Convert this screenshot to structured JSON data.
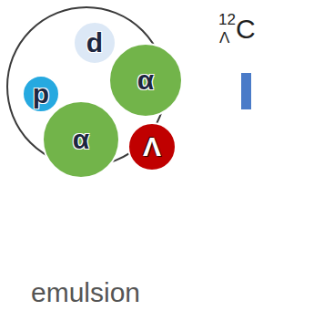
{
  "diagram": {
    "nodes": [
      {
        "text": [
          "12",
          "Λ",
          "C"
        ]
      },
      {
        "text": [
          "d"
        ],
        "in": 0
      },
      {
        "text": [
          "p"
        ],
        "in": 0
      },
      {
        "text": [
          "α"
        ],
        "in": 0
      },
      {
        "text": [
          "α"
        ],
        "in": 0
      },
      {
        "text": [
          "Λ"
        ],
        "in": 0
      }
    ],
    "labels": [
      "emulsion"
    ]
  }
}
